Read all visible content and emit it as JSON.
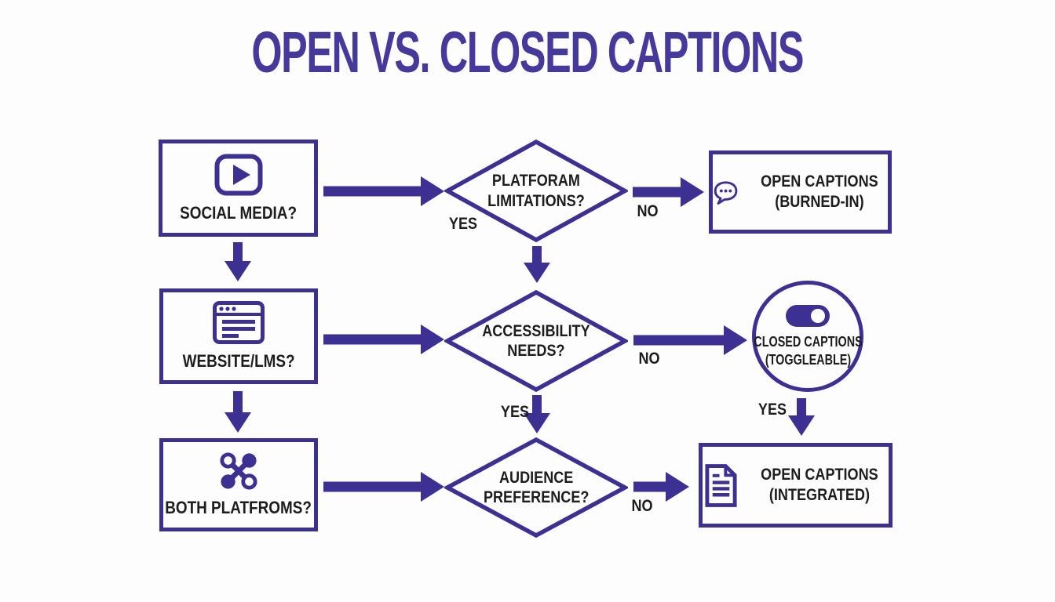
{
  "title": "OPEN VS. CLOSED CAPTIONS",
  "colors": {
    "purple": "#3c3193",
    "title_purple": "#453a9c",
    "text": "#1d1d1d",
    "background": "#fdfdfd"
  },
  "flowchart": {
    "inputs": [
      {
        "id": "social-media",
        "label": "SOCIAL MEDIA?",
        "icon": "play-icon"
      },
      {
        "id": "website-lms",
        "label": "WEBSITE/LMS?",
        "icon": "browser-window-icon"
      },
      {
        "id": "both-platforms",
        "label": "BOTH PLATFROMS?",
        "icon": "share-nodes-icon"
      }
    ],
    "decisions": [
      {
        "id": "platform-limitations",
        "lines": [
          "PLATFORAM",
          "LIMITATIONS?"
        ]
      },
      {
        "id": "accessibility-needs",
        "lines": [
          "ACCESSIBILITY",
          "NEEDS?"
        ]
      },
      {
        "id": "audience-preference",
        "lines": [
          "AUDIENCE",
          "PREFERENCE?"
        ]
      }
    ],
    "outcomes": [
      {
        "id": "open-captions-burned-in",
        "lines": [
          "OPEN CAPTIONS",
          "(BURNED-IN)"
        ],
        "icon": "speech-bubble-icon",
        "shape": "rectangle"
      },
      {
        "id": "closed-captions-toggleable",
        "lines": [
          "CLOSED CAPTIONS",
          "(TOGGLEABLE)"
        ],
        "icon": "toggle-on-icon",
        "shape": "circle"
      },
      {
        "id": "open-captions-integrated",
        "lines": [
          "OPEN CAPTIONS",
          "(INTEGRATED)"
        ],
        "icon": "document-icon",
        "shape": "rectangle"
      }
    ],
    "edge_labels": {
      "d1_yes": "YES",
      "d1_no": "NO",
      "d2_yes": "YES",
      "d2_no": "NO",
      "d3_no": "NO",
      "toggle_yes": "YES"
    }
  }
}
